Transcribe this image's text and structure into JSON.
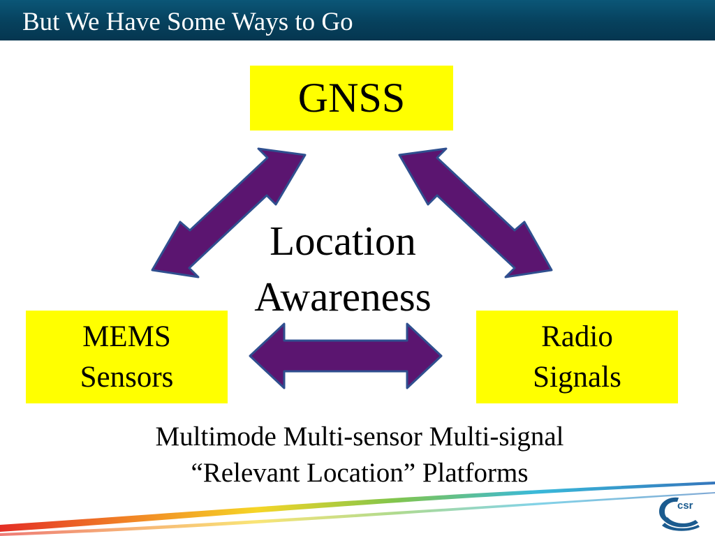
{
  "slide": {
    "title": "But We Have Some Ways to Go",
    "top_box": "GNSS",
    "left_box": {
      "line1": "MEMS",
      "line2": "Sensors"
    },
    "right_box": {
      "line1": "Radio",
      "line2": "Signals"
    },
    "center": {
      "line1": "Location",
      "line2": "Awareness"
    },
    "caption": {
      "line1": "Multimode Multi-sensor Multi-signal",
      "line2": "“Relevant Location” Platforms"
    },
    "logo_text": "csr"
  },
  "colors": {
    "title_bar": "#06415d",
    "box_fill": "#ffff00",
    "arrow_fill": "#5b1570",
    "arrow_stroke": "#2f4f8f"
  }
}
